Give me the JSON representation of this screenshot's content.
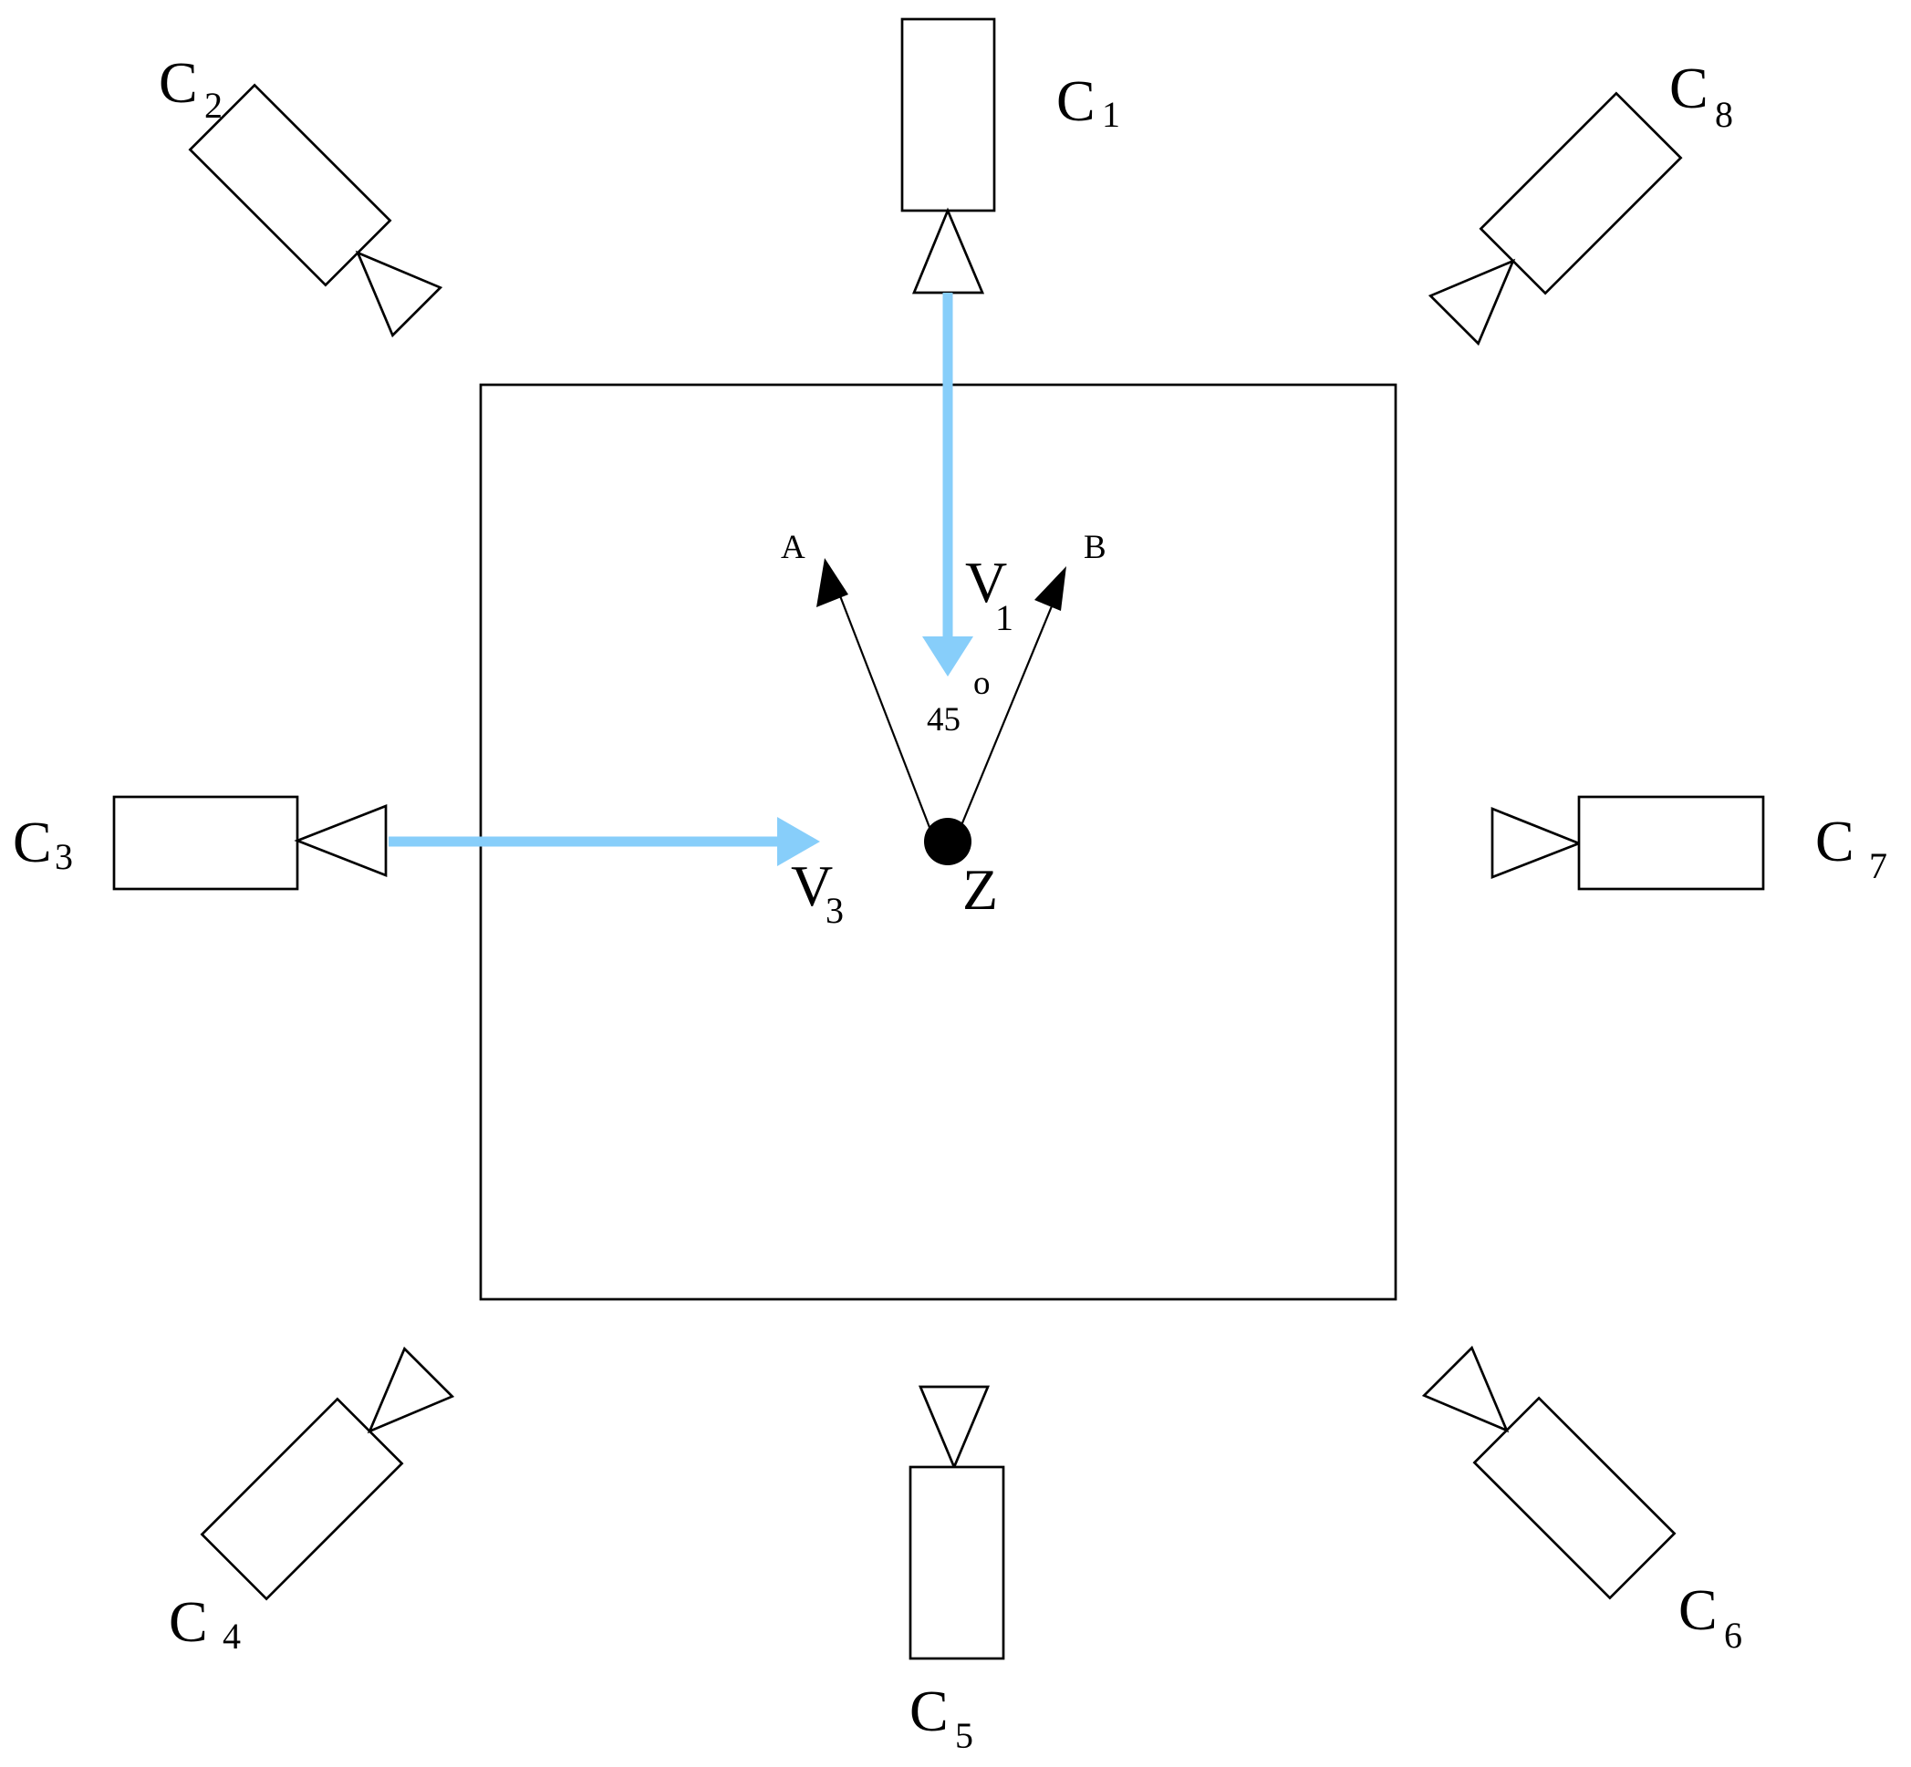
{
  "diagram": {
    "colors": {
      "view_arrow": "#87cefa",
      "stroke": "#000000",
      "background": "#ffffff"
    },
    "cameras": [
      {
        "id": "c1",
        "letter": "C",
        "index": "1"
      },
      {
        "id": "c2",
        "letter": "C",
        "index": "2"
      },
      {
        "id": "c3",
        "letter": "C",
        "index": "3"
      },
      {
        "id": "c4",
        "letter": "C",
        "index": "4"
      },
      {
        "id": "c5",
        "letter": "C",
        "index": "5"
      },
      {
        "id": "c6",
        "letter": "C",
        "index": "6"
      },
      {
        "id": "c7",
        "letter": "C",
        "index": "7"
      },
      {
        "id": "c8",
        "letter": "C",
        "index": "8"
      }
    ],
    "views": [
      {
        "id": "v1",
        "letter": "V",
        "index": "1"
      },
      {
        "id": "v3",
        "letter": "V",
        "index": "3"
      }
    ],
    "point": "Z",
    "direction_a": "A",
    "direction_b": "B",
    "angle": {
      "value": "45",
      "unit": "o"
    }
  }
}
